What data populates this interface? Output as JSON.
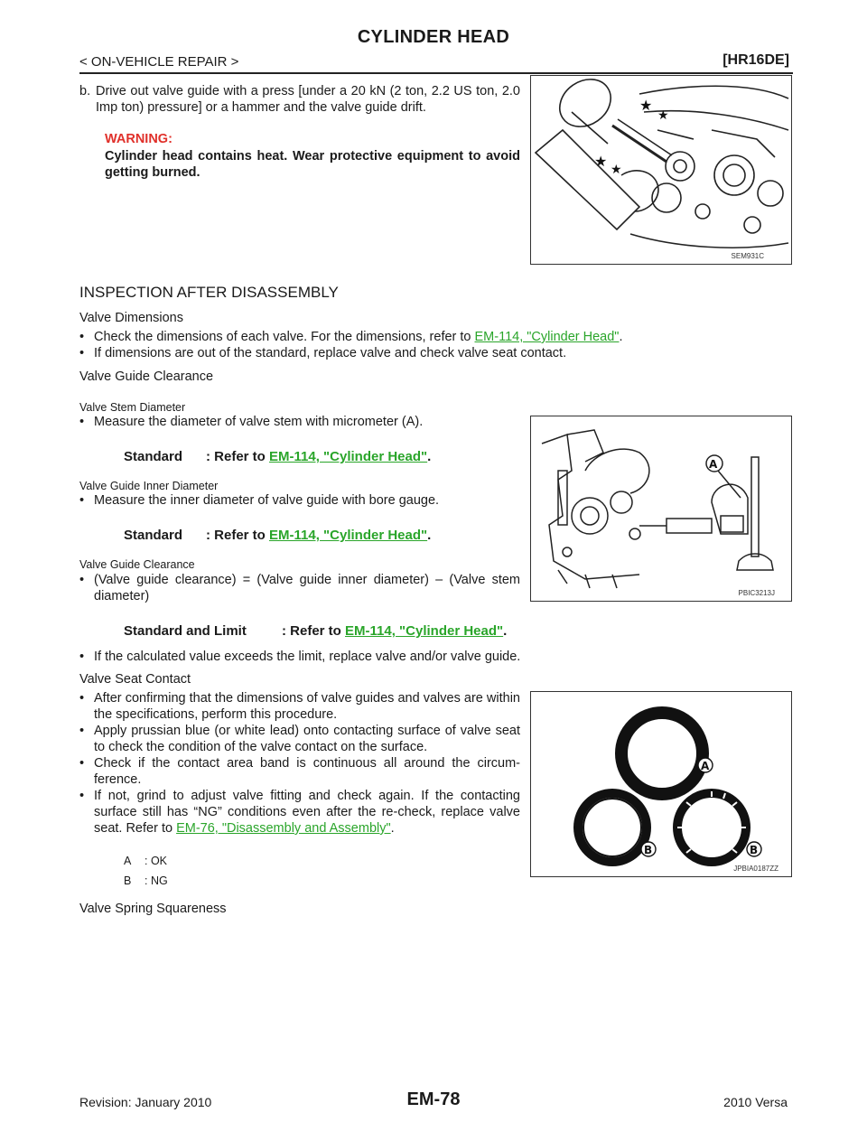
{
  "header": {
    "title": "CYLINDER HEAD",
    "section": "< ON-VEHICLE REPAIR >",
    "model": "[HR16DE]"
  },
  "step_b": {
    "marker": "b.",
    "text": "Drive out valve guide with a press [under a 20 kN (2 ton, 2.2 US ton, 2.0 Imp ton) pressure] or a hammer and the valve guide drift.",
    "warning_label": "WARNING:",
    "warning_text": "Cylinder head contains heat. Wear protective equipment to avoid getting burned."
  },
  "fig1": {
    "code": "SEM931C"
  },
  "inspection": {
    "heading": "INSPECTION AFTER DISASSEMBLY",
    "valve_dimensions": {
      "heading": "Valve Dimensions",
      "bullet1_pre": "Check the dimensions of each valve. For the dimensions, refer to ",
      "bullet1_link": "EM-114, \"Cylinder Head\"",
      "bullet1_post": ".",
      "bullet2": "If dimensions are out of the standard, replace valve and check valve seat contact."
    },
    "valve_guide_clearance": {
      "heading": "Valve Guide Clearance",
      "stem": {
        "heading": "Valve Stem Diameter",
        "bullet": "Measure the diameter of valve stem with micrometer (A).",
        "std_label": "Standard",
        "std_sep": ": Refer to ",
        "std_link": "EM-114, \"Cylinder Head\"",
        "std_end": "."
      },
      "inner": {
        "heading": "Valve Guide Inner Diameter",
        "bullet": "Measure the inner diameter of valve guide with bore gauge.",
        "std_label": "Standard",
        "std_sep": ": Refer to ",
        "std_link": "EM-114, \"Cylinder Head\"",
        "std_end": "."
      },
      "clearance": {
        "heading": "Valve Guide Clearance",
        "bullet": "(Valve guide clearance) = (Valve guide inner diameter) – (Valve stem diameter)",
        "std_label": "Standard and Limit",
        "std_sep": ": Refer to ",
        "std_link": "EM-114, \"Cylinder Head\"",
        "std_end": ".",
        "bullet2": "If the calculated value exceeds the limit, replace valve and/or valve guide."
      }
    },
    "seat_contact": {
      "heading": "Valve Seat Contact",
      "bullet1": "After confirming that the dimensions of valve guides and valves are within the specifications, perform this procedure.",
      "bullet2": "Apply prussian blue (or white lead) onto contacting surface of valve seat to check the condition of the valve contact on the surface.",
      "bullet3": "Check if the contact area band is continuous all around the circum-ference.",
      "bullet4_pre": "If not, grind to adjust valve fitting and check again. If the contacting surface still has “NG” conditions even after the re-check, replace valve seat. Refer to ",
      "bullet4_link": "EM-76, \"Disassembly and Assembly\"",
      "bullet4_post": ".",
      "legend_a_key": "A",
      "legend_a_val": ": OK",
      "legend_b_key": "B",
      "legend_b_val": ": NG"
    },
    "spring_squareness": {
      "heading": "Valve Spring Squareness"
    }
  },
  "fig2": {
    "code": "PBIC3213J",
    "callout": "A"
  },
  "fig3": {
    "code": "JPBIA0187ZZ",
    "callout_a": "A",
    "callout_b1": "B",
    "callout_b2": "B"
  },
  "footer": {
    "revision": "Revision: January 2010",
    "page": "EM-78",
    "vehicle": "2010 Versa"
  },
  "colors": {
    "link": "#2aa52a",
    "warning": "#e0302a"
  }
}
